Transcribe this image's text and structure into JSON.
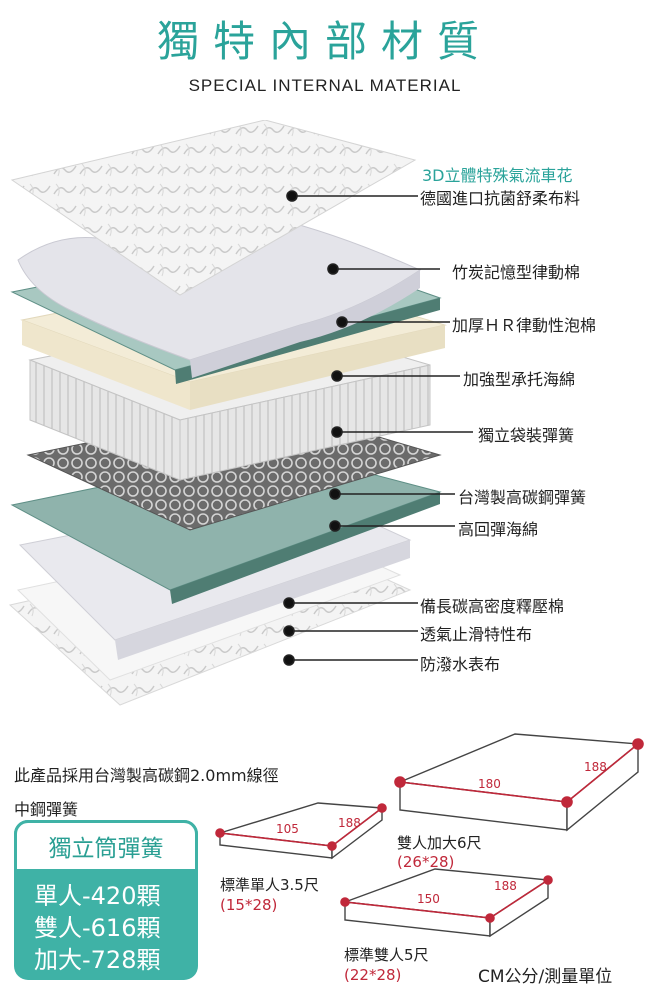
{
  "header": {
    "title": "獨特內部材質",
    "subtitle": "SPECIAL INTERNAL MATERIAL"
  },
  "layers": [
    {
      "label_top": "3D立體特殊氣流車花",
      "label": "德國進口抗菌舒柔布料"
    },
    {
      "label": "竹炭記憶型律動棉"
    },
    {
      "label": "加厚ＨＲ律動性泡棉"
    },
    {
      "label": "加強型承托海綿"
    },
    {
      "label": "獨立袋裝彈簧"
    },
    {
      "label": "台灣製高碳鋼彈簧"
    },
    {
      "label": "高回彈海綿"
    },
    {
      "label": "備長碳高密度釋壓棉"
    },
    {
      "label": "透氣止滑特性布"
    },
    {
      "label": "防潑水表布"
    }
  ],
  "spring_note": {
    "line1": "此產品採用台灣製高碳鋼2.0mm線徑",
    "line2": "中鋼彈簧"
  },
  "spring_box": {
    "title": "獨立筒彈簧",
    "lines": [
      "單人-420顆",
      "雙人-616顆",
      "加大-728顆"
    ]
  },
  "sizes": [
    {
      "name": "標準單人3.5尺",
      "size": "(15*28)",
      "width": "105",
      "length": "188"
    },
    {
      "name": "標準雙人5尺",
      "size": "(22*28)",
      "width": "150",
      "length": "188"
    },
    {
      "name": "雙人加大6尺",
      "size": "(26*28)",
      "width": "180",
      "length": "188"
    }
  ],
  "unit_note": "CM公分/測量單位",
  "colors": {
    "teal": "#2aa39a",
    "red": "#c0283a",
    "foam_green": "#5f8f86",
    "cream": "#f3ecd7"
  }
}
